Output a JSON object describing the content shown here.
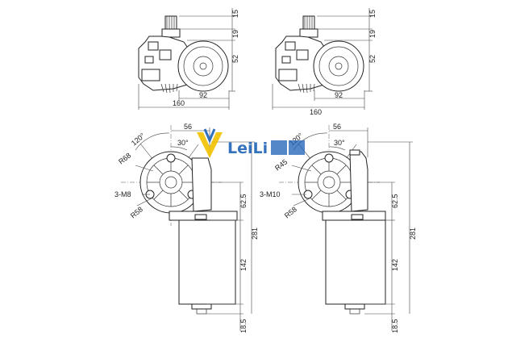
{
  "brand": {
    "name": "LeiLi",
    "colors": {
      "blue": "#1f63b6",
      "yellow": "#f2c200"
    }
  },
  "views": [
    {
      "id": "left",
      "top_view_dims": {
        "spline_height": "15",
        "neck_height": "19",
        "body_half": "52",
        "body_depth": "92",
        "total_width": "160"
      },
      "front_view_dims": {
        "angle_outer": "120°",
        "angle_inner": "30°",
        "offset": "56",
        "radius_outer": "R68",
        "radius_motor": "R58",
        "holes": "3-M8",
        "center_to_top": "62.5",
        "motor_length": "142",
        "total_length": "281",
        "shaft_length": "18.5"
      }
    },
    {
      "id": "right",
      "top_view_dims": {
        "spline_height": "15",
        "neck_height": "19",
        "body_half": "52",
        "body_depth": "92",
        "total_width": "160"
      },
      "front_view_dims": {
        "angle_outer": "120°",
        "angle_inner": "30°",
        "offset": "56",
        "radius_outer": "R45",
        "radius_motor": "R58",
        "holes": "3-M10",
        "center_to_top": "62.5",
        "motor_length": "142",
        "total_length": "281",
        "shaft_length": "18.5"
      }
    }
  ]
}
